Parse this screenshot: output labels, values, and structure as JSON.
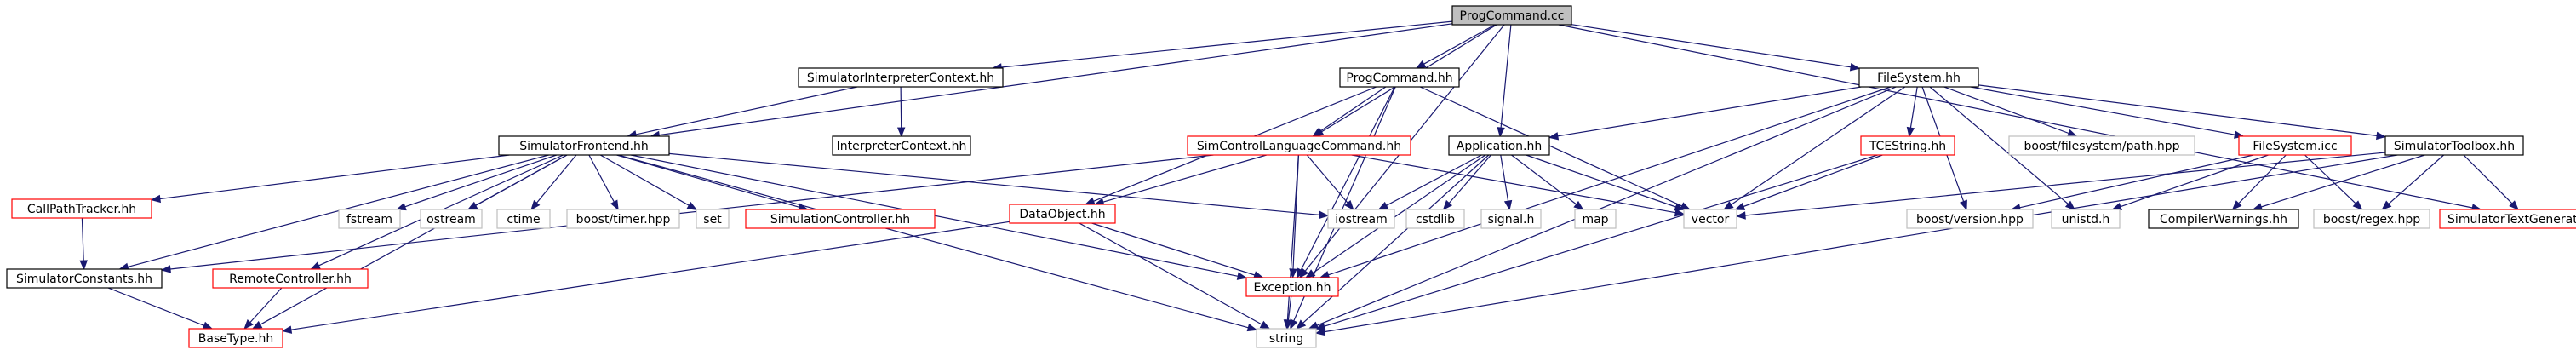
{
  "graph": {
    "nodes": [
      {
        "id": "progcmd_cc",
        "label": "ProgCommand.cc",
        "style": "root"
      },
      {
        "id": "siminterp",
        "label": "SimulatorInterpreterContext.hh",
        "style": "black"
      },
      {
        "id": "progcmd_hh",
        "label": "ProgCommand.hh",
        "style": "black"
      },
      {
        "id": "filesystem_hh",
        "label": "FileSystem.hh",
        "style": "black"
      },
      {
        "id": "simfrontend",
        "label": "SimulatorFrontend.hh",
        "style": "black"
      },
      {
        "id": "interpctx",
        "label": "InterpreterContext.hh",
        "style": "black"
      },
      {
        "id": "simctrl",
        "label": "SimControlLanguageCommand.hh",
        "style": "red"
      },
      {
        "id": "application",
        "label": "Application.hh",
        "style": "black"
      },
      {
        "id": "tcestring",
        "label": "TCEString.hh",
        "style": "red"
      },
      {
        "id": "boostpath",
        "label": "boost/filesystem/path.hpp",
        "style": "gray"
      },
      {
        "id": "filesystem_icc",
        "label": "FileSystem.icc",
        "style": "red"
      },
      {
        "id": "simtoolbox",
        "label": "SimulatorToolbox.hh",
        "style": "black"
      },
      {
        "id": "callpath",
        "label": "CallPathTracker.hh",
        "style": "red"
      },
      {
        "id": "fstream",
        "label": "fstream",
        "style": "gray"
      },
      {
        "id": "ostream",
        "label": "ostream",
        "style": "gray"
      },
      {
        "id": "ctime",
        "label": "ctime",
        "style": "gray"
      },
      {
        "id": "boosttimer",
        "label": "boost/timer.hpp",
        "style": "gray"
      },
      {
        "id": "set",
        "label": "set",
        "style": "gray"
      },
      {
        "id": "simcontroller",
        "label": "SimulationController.hh",
        "style": "red"
      },
      {
        "id": "dataobject",
        "label": "DataObject.hh",
        "style": "red"
      },
      {
        "id": "iostream",
        "label": "iostream",
        "style": "gray"
      },
      {
        "id": "cstdlib",
        "label": "cstdlib",
        "style": "gray"
      },
      {
        "id": "signal",
        "label": "signal.h",
        "style": "gray"
      },
      {
        "id": "map",
        "label": "map",
        "style": "gray"
      },
      {
        "id": "vector",
        "label": "vector",
        "style": "gray"
      },
      {
        "id": "boostversion",
        "label": "boost/version.hpp",
        "style": "gray"
      },
      {
        "id": "unistd",
        "label": "unistd.h",
        "style": "gray"
      },
      {
        "id": "compilerwarn",
        "label": "CompilerWarnings.hh",
        "style": "black"
      },
      {
        "id": "boostregex",
        "label": "boost/regex.hpp",
        "style": "gray"
      },
      {
        "id": "simtextgen",
        "label": "SimulatorTextGenerator.hh",
        "style": "red"
      },
      {
        "id": "simconstants",
        "label": "SimulatorConstants.hh",
        "style": "black"
      },
      {
        "id": "remotectrl",
        "label": "RemoteController.hh",
        "style": "red"
      },
      {
        "id": "exception",
        "label": "Exception.hh",
        "style": "red"
      },
      {
        "id": "basetype",
        "label": "BaseType.hh",
        "style": "red"
      },
      {
        "id": "string",
        "label": "string",
        "style": "gray"
      }
    ],
    "edges": [
      [
        "progcmd_cc",
        "siminterp"
      ],
      [
        "progcmd_cc",
        "progcmd_hh"
      ],
      [
        "progcmd_cc",
        "filesystem_hh"
      ],
      [
        "progcmd_cc",
        "simfrontend"
      ],
      [
        "progcmd_cc",
        "simctrl"
      ],
      [
        "progcmd_cc",
        "application"
      ],
      [
        "progcmd_cc",
        "exception"
      ],
      [
        "progcmd_cc",
        "simtextgen"
      ],
      [
        "siminterp",
        "simfrontend"
      ],
      [
        "siminterp",
        "interpctx"
      ],
      [
        "progcmd_hh",
        "simctrl"
      ],
      [
        "progcmd_hh",
        "dataobject"
      ],
      [
        "progcmd_hh",
        "string"
      ],
      [
        "progcmd_hh",
        "vector"
      ],
      [
        "progcmd_hh",
        "exception"
      ],
      [
        "simfrontend",
        "callpath"
      ],
      [
        "simfrontend",
        "fstream"
      ],
      [
        "simfrontend",
        "ostream"
      ],
      [
        "simfrontend",
        "ctime"
      ],
      [
        "simfrontend",
        "boosttimer"
      ],
      [
        "simfrontend",
        "set"
      ],
      [
        "simfrontend",
        "simcontroller"
      ],
      [
        "simfrontend",
        "iostream"
      ],
      [
        "simfrontend",
        "simconstants"
      ],
      [
        "simfrontend",
        "remotectrl"
      ],
      [
        "simfrontend",
        "basetype"
      ],
      [
        "simfrontend",
        "exception"
      ],
      [
        "simfrontend",
        "string"
      ],
      [
        "callpath",
        "simconstants"
      ],
      [
        "simconstants",
        "basetype"
      ],
      [
        "remotectrl",
        "basetype"
      ],
      [
        "simctrl",
        "dataobject"
      ],
      [
        "simctrl",
        "iostream"
      ],
      [
        "simctrl",
        "vector"
      ],
      [
        "simctrl",
        "exception"
      ],
      [
        "simctrl",
        "string"
      ],
      [
        "simctrl",
        "simconstants"
      ],
      [
        "dataobject",
        "exception"
      ],
      [
        "dataobject",
        "string"
      ],
      [
        "dataobject",
        "basetype"
      ],
      [
        "exception",
        "string"
      ],
      [
        "application",
        "iostream"
      ],
      [
        "application",
        "cstdlib"
      ],
      [
        "application",
        "signal"
      ],
      [
        "application",
        "map"
      ],
      [
        "application",
        "vector"
      ],
      [
        "application",
        "exception"
      ],
      [
        "application",
        "string"
      ],
      [
        "filesystem_hh",
        "application"
      ],
      [
        "filesystem_hh",
        "tcestring"
      ],
      [
        "filesystem_hh",
        "boostpath"
      ],
      [
        "filesystem_hh",
        "filesystem_icc"
      ],
      [
        "filesystem_hh",
        "vector"
      ],
      [
        "filesystem_hh",
        "boostversion"
      ],
      [
        "filesystem_hh",
        "unistd"
      ],
      [
        "filesystem_hh",
        "exception"
      ],
      [
        "filesystem_hh",
        "string"
      ],
      [
        "filesystem_hh",
        "simtoolbox"
      ],
      [
        "tcestring",
        "vector"
      ],
      [
        "tcestring",
        "string"
      ],
      [
        "filesystem_icc",
        "boostversion"
      ],
      [
        "filesystem_icc",
        "unistd"
      ],
      [
        "filesystem_icc",
        "compilerwarn"
      ],
      [
        "filesystem_icc",
        "boostregex"
      ],
      [
        "simtoolbox",
        "vector"
      ],
      [
        "simtoolbox",
        "compilerwarn"
      ],
      [
        "simtoolbox",
        "boostregex"
      ],
      [
        "simtoolbox",
        "simtextgen"
      ],
      [
        "simtoolbox",
        "string"
      ]
    ]
  }
}
